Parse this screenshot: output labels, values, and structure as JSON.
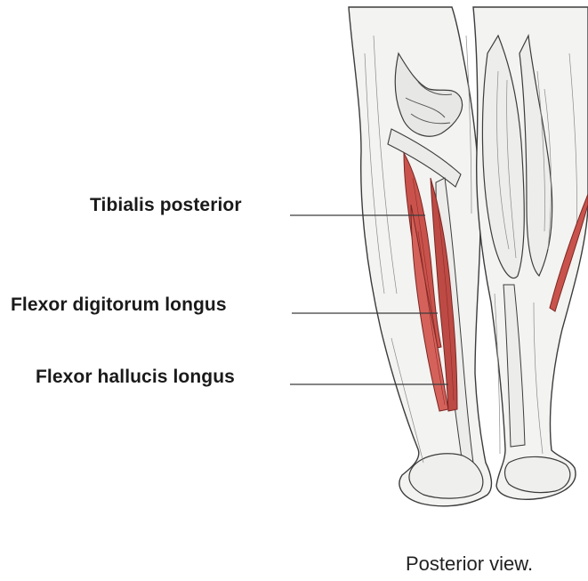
{
  "figure": {
    "caption": "Posterior view.",
    "labels": [
      {
        "text": "Tibialis posterior"
      },
      {
        "text": "Flexor digitorum longus"
      },
      {
        "text": "Flexor hallucis longus"
      }
    ]
  },
  "colors": {
    "highlight_muscle": "#c9534c",
    "highlight_dark": "#9e2f2b",
    "leg_fill": "#f3f3f1",
    "line": "#3c3c3c",
    "background": "#ffffff"
  }
}
